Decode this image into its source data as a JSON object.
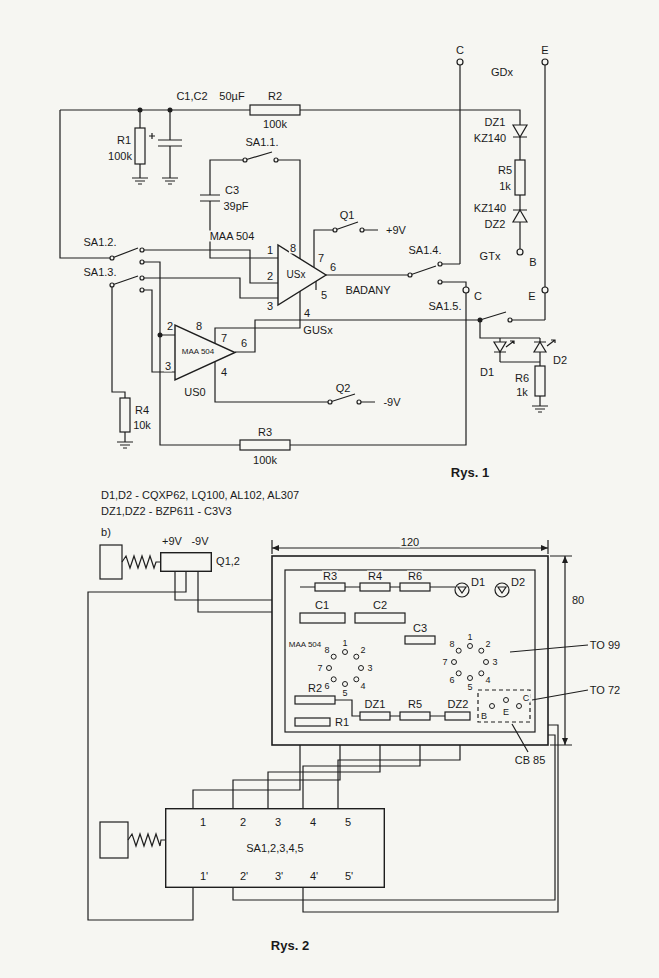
{
  "diagram": {
    "nodes": [
      {
        "text": [
          "MAA 504",
          "USx"
        ]
      },
      {
        "text": [
          "MAA 504",
          "US0"
        ]
      },
      {
        "text": [
          "Q1,2"
        ]
      },
      {
        "text": [
          "SA1,2,3,4,5"
        ]
      }
    ],
    "edges": [
      {
        "from": 1,
        "to": 0,
        "arrow": "none"
      }
    ],
    "labels": [
      "R1",
      "100k",
      "C1,C2",
      "50µF",
      "R2",
      "100k",
      "SA1.1.",
      "C3",
      "39pF",
      "1",
      "8",
      "7",
      "2",
      "6",
      "3",
      "5",
      "4",
      "Q1",
      "+9V",
      "SA1.4.",
      "BADANY",
      "GUSx",
      "C",
      "E",
      "GDx",
      "DZ1",
      "KZ140",
      "R5",
      "1k",
      "KZ140",
      "DZ2",
      "GTx",
      "B",
      "C",
      "E",
      "SA1.5.",
      "D1",
      "D2",
      "R6",
      "1k",
      "SA1.2.",
      "SA1.3.",
      "2",
      "8",
      "7",
      "6",
      "3",
      "4",
      "R4",
      "10k",
      "Q2",
      "-9V",
      "R3",
      "100k",
      "Rys. 1",
      "D1,D2 - CQXP62, LQ100, AL102, AL307",
      "DZ1,DZ2 - BZP611 - C3V3",
      "b)",
      "+9V",
      "-9V",
      "120",
      "80",
      "R3",
      "R4",
      "R6",
      "D1",
      "D2",
      "C1",
      "C2",
      "C3",
      "MAA 504",
      "1",
      "2",
      "3",
      "4",
      "5",
      "6",
      "7",
      "8",
      "1",
      "2",
      "3",
      "4",
      "5",
      "6",
      "7",
      "8",
      "TO 99",
      "TO 72",
      "B",
      "E",
      "C",
      "R2",
      "DZ1",
      "R5",
      "DZ2",
      "R1",
      "CB 85",
      "1",
      "2",
      "3",
      "4",
      "5",
      "1'",
      "2'",
      "3'",
      "4'",
      "5'",
      "Rys. 2"
    ]
  }
}
